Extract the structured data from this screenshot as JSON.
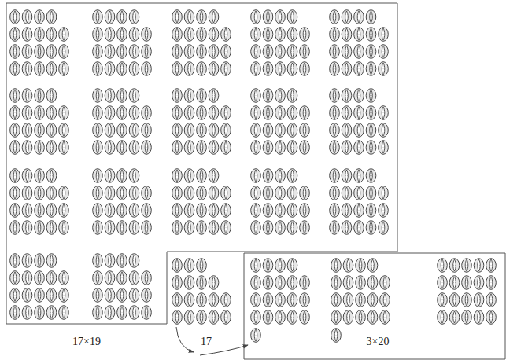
{
  "diagram": {
    "labels": [
      "17×19",
      "17",
      "3×20"
    ]
  }
}
